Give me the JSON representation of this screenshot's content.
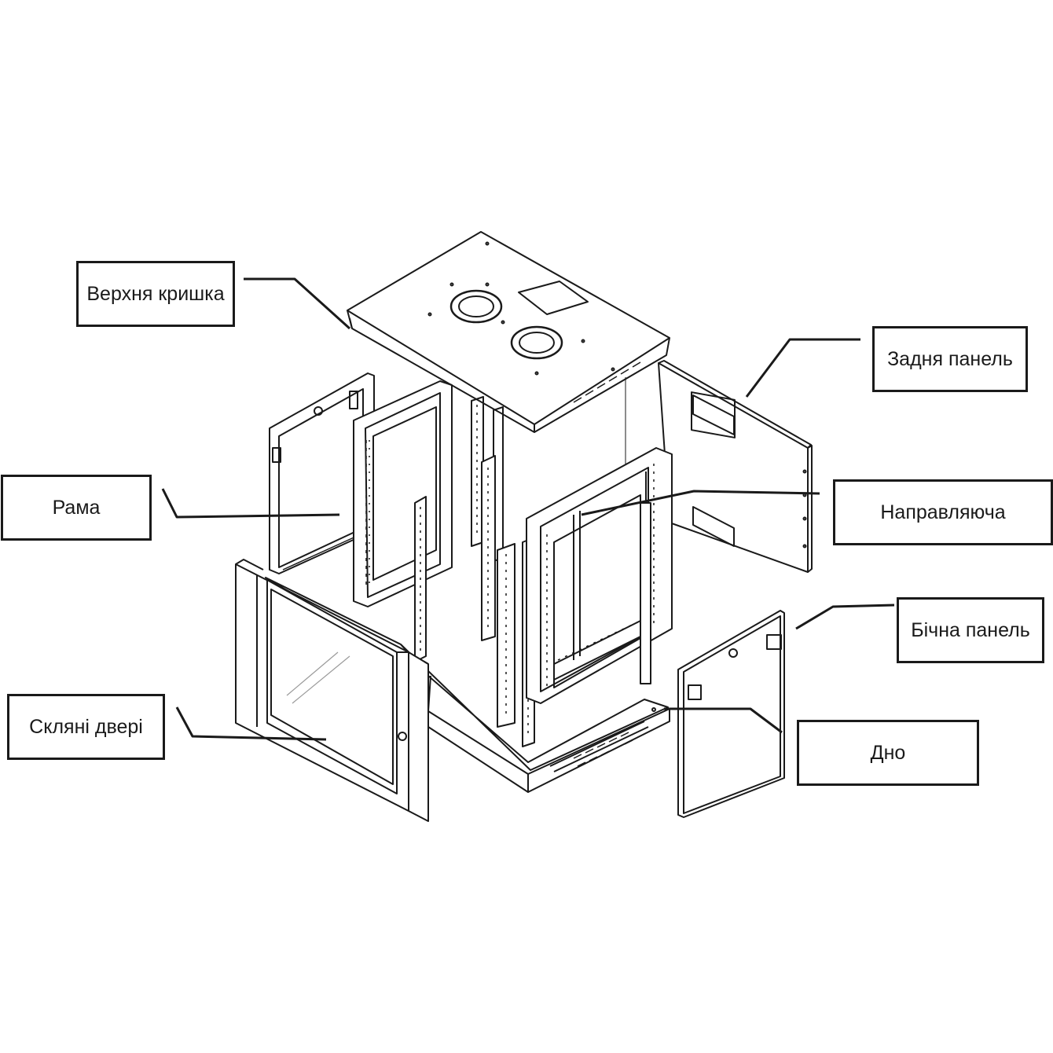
{
  "diagram": {
    "labels": {
      "top_cover": "Верхня кришка",
      "back_panel": "Задня панель",
      "frame": "Рама",
      "rail": "Направляюча",
      "side_panel": "Бічна панель",
      "glass_door": "Скляні двері",
      "bottom": "Дно"
    },
    "colors": {
      "line": "#1a1a1a",
      "panel": "#ffffff",
      "glass_hatch": "#9a9a9a"
    }
  }
}
